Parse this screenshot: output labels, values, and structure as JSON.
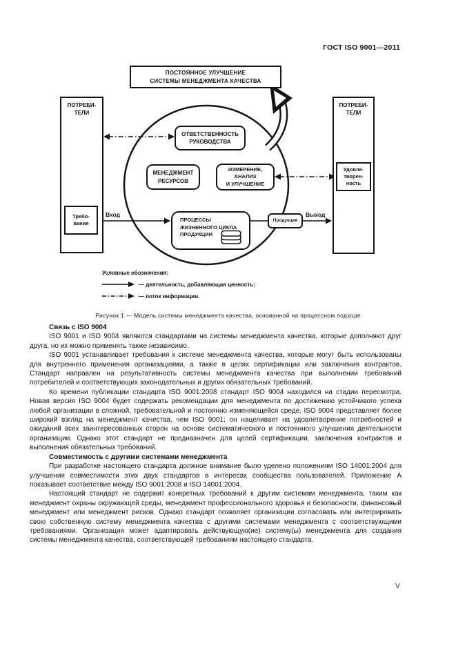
{
  "page": {
    "header_title": "ГОСТ ISO 9001—2011",
    "page_number": "V"
  },
  "colors": {
    "ink": "#141414",
    "paper": "#ffffff"
  },
  "figure": {
    "improvement_box": "ПОСТОЯННОЕ УЛУЧШЕНИЕ\nСИСТЕМЫ МЕНЕДЖМЕНТА КАЧЕСТВА",
    "customers_left": "ПОТРЕБИ-\nТЕЛИ",
    "customers_right": "ПОТРЕБИ-\nТЕЛИ",
    "requirements_box": "Требо-\nвания",
    "satisfaction_box": "Удовле-\nтворен-\nность",
    "responsibility_box": "ОТВЕТСТВЕННОСТЬ\nРУКОВОДСТВА",
    "resources_box": "МЕНЕДЖМЕНТ\nРЕСУРСОВ",
    "measurement_box": "ИЗМЕРЕНИЕ,\nАНАЛИЗ\nИ УЛУЧШЕНИЕ",
    "processes_box": "ПРОЦЕССЫ\nЖИЗНЕННОГО ЦИКЛА\nПРОДУКЦИИ",
    "product_box": "Продукция",
    "input_label": "Вход",
    "output_label": "Выход",
    "legend": {
      "title": "Условные обозначения:",
      "value_activity": "— деятельность, добавляющая ценность;",
      "information_flow": "— поток информации."
    },
    "caption": "Рисунок 1 — Модель системы менеджмента качества, основанной на процессном подходе"
  },
  "text": {
    "heading_iso9004": "Связь с ISO 9004",
    "p1": "ISO 9001 и ISO 9004 являются стандартами на системы менеджмента качества, которые дополняют друг друга, но их можно применять также независимо.",
    "p2": "ISO 9001 устанавливает требования к системе менеджмента качества, которые могут быть использованы для внутреннего применения организациями, а также в целях сертификации или заключения контрактов. Стандарт направлен на результативность системы менеджмента качества при выполнении требований потребителей и соответствующих законодательных и других обязательных требований.",
    "p3": "Ко времени публикации стандарта ISO 9001:2008 стандарт ISO 9004 находился на стадии пересмотра. Новая версия ISO 9004 будет содержать рекомендации для менеджмента по достижению устойчивого успеха любой организации в сложной, требовательной и постоянно изменяющейся среде. ISO 9004 представляет более широкий взгляд на менеджмент качества, чем ISO 9001; он нацеливает на удовлетворение потребностей и ожиданий всех заинтересованных сторон на основе систематического и постоянного улучшения деятельности организации. Однако этот стандарт не предназначен для целей сертификации, заключения контрактов и выполнения обязательных требований.",
    "heading_compat": "Совместимость с другими системами менеджмента",
    "p4": "При разработке настоящего стандарта должное внимание было уделено положениям ISO 14001:2004 для улучшения совместимости этих двух стандартов в интересах сообщества пользователей. Приложение А показывает соответствие между ISO 9001:2008 и ISO 14001:2004.",
    "p5": "Настоящий стандарт не содержит конкретных требований к другим системам менеджмента, таким как менеджмент охраны окружающей среды, менеджмент профессионального здоровья и безопасности, финансовый менеджмент или менеджмент рисков. Однако стандарт позволяет организации согласовать или интегрировать свою собственную систему менеджмента качества с другими системами менеджмента с соответствующими требованиями. Организация может адаптировать действующую(ие) систему(ы) менеджмента для создания системы менеджмента качества, соответствующей требованиям настоящего стандарта."
  }
}
